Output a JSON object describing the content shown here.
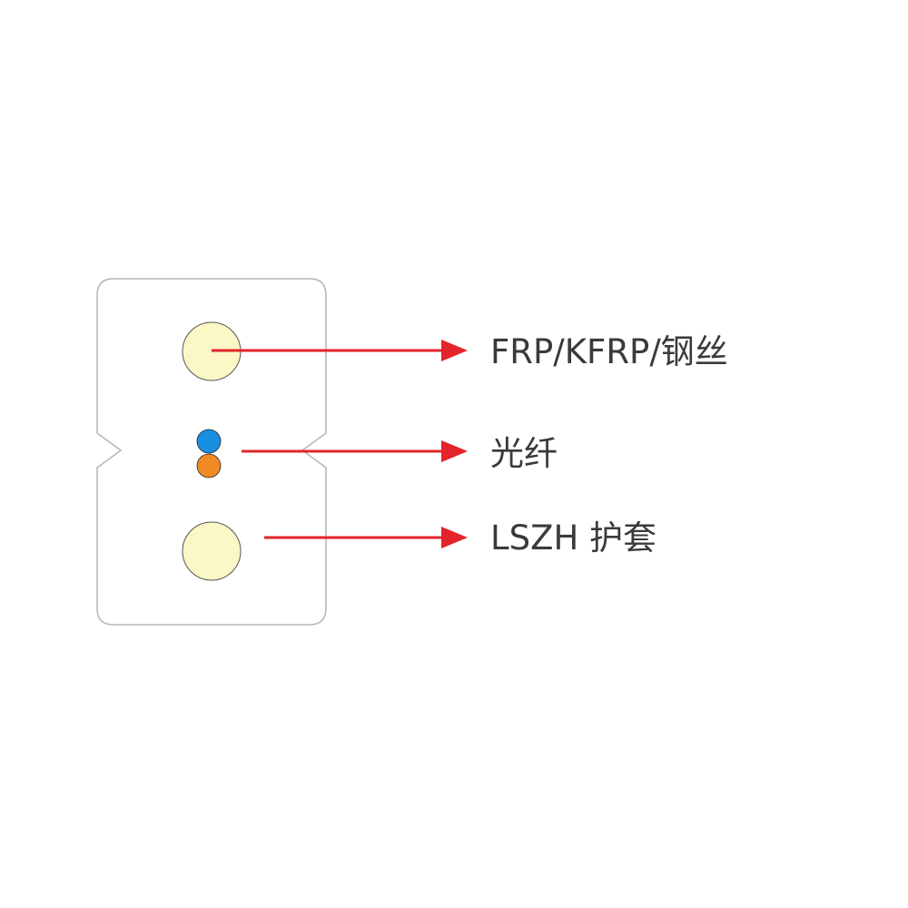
{
  "labels": {
    "strength_member": "FRP/KFRP/钢丝",
    "fiber": "光纤",
    "jacket": "LSZH 护套"
  },
  "colors": {
    "cable_outline": "#b5b5b5",
    "strength_member_fill": "#fbf7c6",
    "strength_member_stroke": "#555555",
    "fiber_blue": "#1a8ee0",
    "fiber_orange": "#f08a24",
    "arrow": "#e3242b",
    "label_text": "#3a3a3a"
  }
}
